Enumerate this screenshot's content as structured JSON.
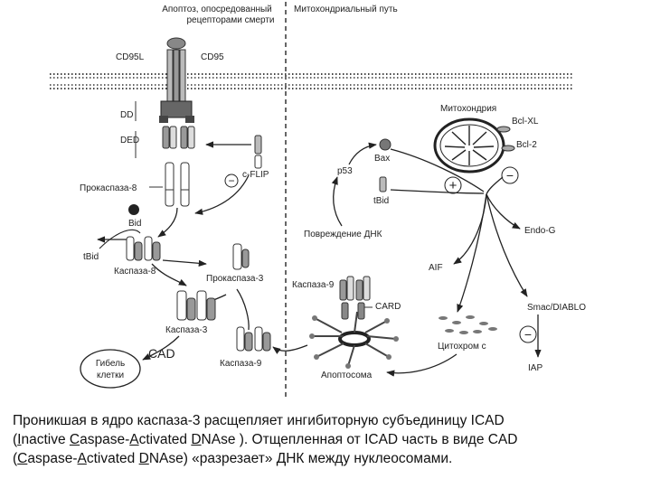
{
  "header": {
    "left": [
      "Апоптоз, опосредованный",
      "рецепторами смерти"
    ],
    "right": "Митохондриальный путь"
  },
  "labels": {
    "cd95l": "CD95L",
    "cd95": "CD95",
    "dd": "DD",
    "ded": "DED",
    "procaspase8": "Прокаспаза-8",
    "cflip": "c-FLIP",
    "bid": "Bid",
    "tbid_left": "tBid",
    "caspase8": "Каспаза-8",
    "procaspase3": "Прокаспаза-3",
    "caspase3": "Каспаза-3",
    "cad": "CAD",
    "cell_death": [
      "Гибель",
      "клетки"
    ],
    "caspase9_bottom": "Каспаза-9",
    "mitochondria": "Митохондрия",
    "bclxl": "Bcl-XL",
    "bcl2": "Bcl-2",
    "bax": "Bax",
    "p53": "p53",
    "tbid_right": "tBid",
    "dna_damage": "Повреждение ДНК",
    "endo_g": "Endo-G",
    "aif": "AIF",
    "caspase9_top": "Каспаза-9",
    "card": "CARD",
    "smac": "Smac/DIABLO",
    "cytochrome": "Цитохром с",
    "apoptosome": "Апоптосома",
    "iap": "IAP",
    "plus": "+",
    "minus": "−"
  },
  "caption": {
    "line1": "Проникшая в ядро каспаза-3 расщепляет ингибиторную субъединицу ICAD",
    "line2_pre": "(",
    "icad_words": [
      {
        "first": "I",
        "rest": "nactive "
      },
      {
        "first": "C",
        "rest": "aspase-"
      },
      {
        "first": "A",
        "rest": "ctivated "
      },
      {
        "first": "D",
        "rest": "NAse"
      }
    ],
    "line2_post": " ). Отщепленная от ICAD часть в виде CAD",
    "line3_pre": "(",
    "cad_words": [
      {
        "first": "C",
        "rest": "aspase-"
      },
      {
        "first": "A",
        "rest": "ctivated "
      },
      {
        "first": "D",
        "rest": "NAse"
      }
    ],
    "line3_post": ") «разрезает» ДНК между нуклеосомами."
  }
}
